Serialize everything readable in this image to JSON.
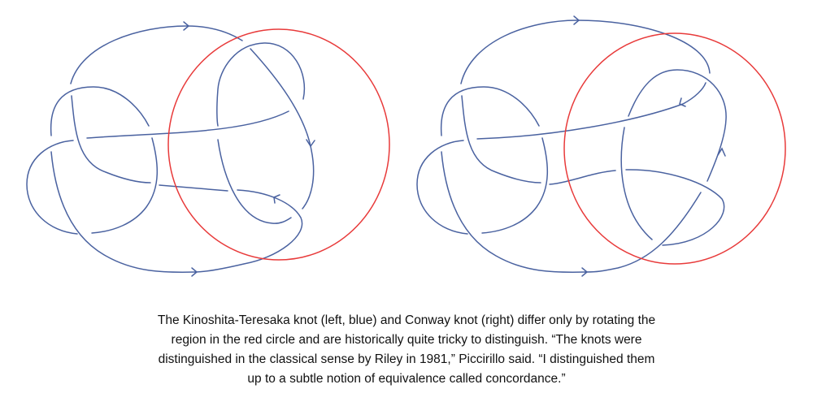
{
  "colors": {
    "knot": "#4a62a0",
    "region_circle": "#e83a3a"
  },
  "figures": [
    {
      "name": "Kinoshita-Teresaka knot",
      "position": "left"
    },
    {
      "name": "Conway knot",
      "position": "right"
    }
  ],
  "caption": {
    "lines": [
      "The Kinoshita-Teresaka knot (left, blue) and Conway knot (right) differ only by rotating the",
      "region in the red circle and are historically quite tricky to distinguish. “The knots were",
      "distinguished in the classical sense by Riley in 1981,” Piccirillo said. “I distinguished them",
      "up to a subtle notion of equivalence called concordance.”"
    ]
  }
}
